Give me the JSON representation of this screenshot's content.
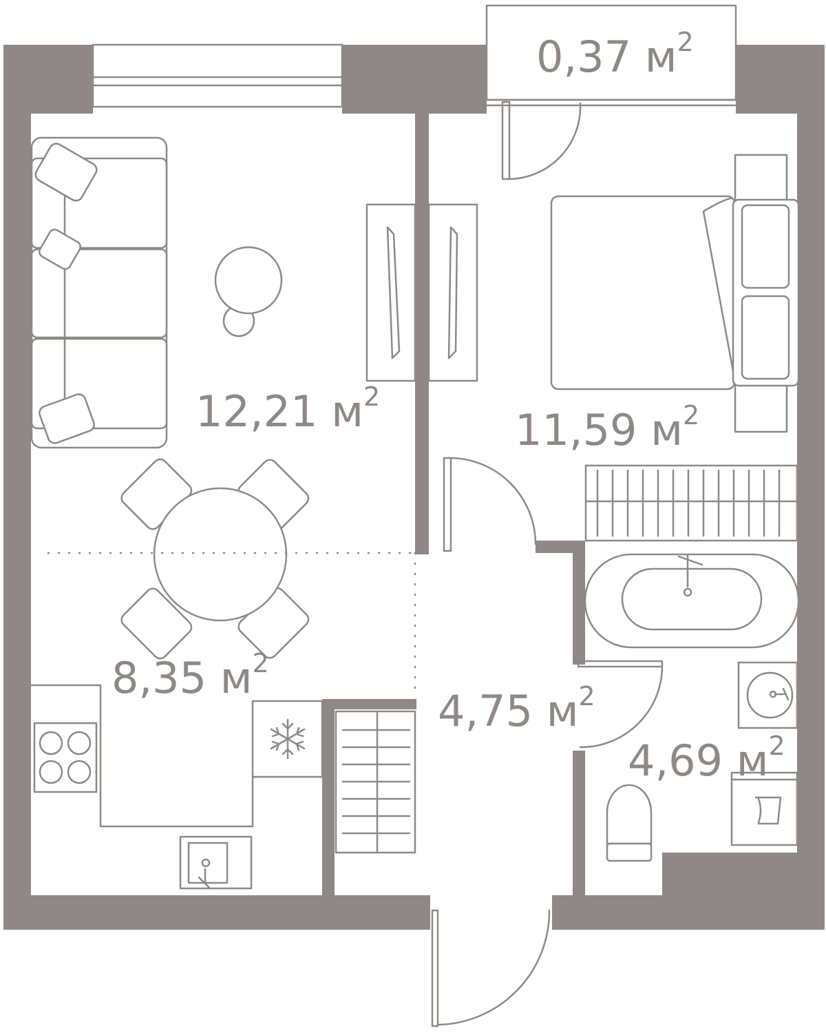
{
  "rooms": [
    {
      "id": "balcony",
      "area": "0,37",
      "unit": "м",
      "exp": "2"
    },
    {
      "id": "living",
      "area": "12,21",
      "unit": "м",
      "exp": "2"
    },
    {
      "id": "bedroom",
      "area": "11,59",
      "unit": "м",
      "exp": "2"
    },
    {
      "id": "kitchen",
      "area": "8,35",
      "unit": "м",
      "exp": "2"
    },
    {
      "id": "hall",
      "area": "4,75",
      "unit": "м",
      "exp": "2"
    },
    {
      "id": "bathroom",
      "area": "4,69",
      "unit": "м",
      "exp": "2"
    }
  ],
  "icons": [
    "sofa-icon",
    "coffee-table-icon",
    "wardrobe-icon",
    "bed-icon",
    "dining-table-icon",
    "chair-icon",
    "stove-icon",
    "fridge-icon",
    "sink-icon",
    "bathtub-icon",
    "washbasin-icon",
    "toilet-icon",
    "washing-machine-icon",
    "door-icon",
    "window-icon"
  ],
  "colors": {
    "wall": "#8e8986",
    "background": "#ffffff"
  }
}
